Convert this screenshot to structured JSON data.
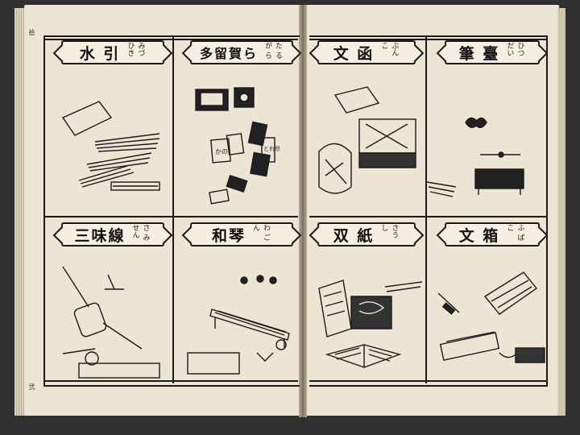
{
  "book": {
    "spine_marks": [
      "拾",
      "弐"
    ]
  },
  "left_page": {
    "cells": [
      {
        "kanji": "水 引",
        "kana": "みづ ひき",
        "icon": "mizuhiki-cords"
      },
      {
        "kanji": "多留賀ら",
        "kana": "た る が ら",
        "icon": "lacquer-boxes-and-cards"
      },
      {
        "kanji": "三味線",
        "kana": "さ み せん",
        "icon": "shamisen"
      },
      {
        "kanji": "和琴",
        "kana": "わ ごん",
        "icon": "koto-zither"
      }
    ],
    "labels": {
      "cards_a": "かの",
      "cards_b": "とれ尽"
    }
  },
  "right_page": {
    "cells": [
      {
        "kanji": "文 函",
        "kana": "ぶん こ",
        "icon": "letter-box"
      },
      {
        "kanji": "筆 臺",
        "kana": "ひつ だい",
        "icon": "brush-stand"
      },
      {
        "kanji": "双 紙",
        "kana": "さう し",
        "icon": "open-books"
      },
      {
        "kanji": "文 箱",
        "kana": "ふ ばこ",
        "icon": "letter-case"
      }
    ]
  },
  "colors": {
    "paper": "#ece5d3",
    "ink": "#1a1a1a",
    "background": "#2f2f2f"
  }
}
